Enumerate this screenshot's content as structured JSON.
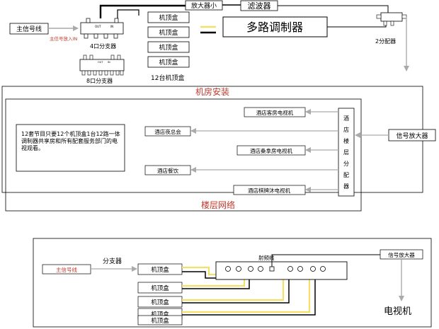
{
  "top": {
    "main_signal": "主信号线",
    "main_signal_in": "主信号放入IN",
    "four_way_splitter": "4口分支器",
    "eight_way_splitter": "8口分支器",
    "port_out": "OUT",
    "port_in": "IN",
    "amp_small": "放大器小",
    "filter": "滤波器",
    "multi_modulator": "多路调制器",
    "two_way_splitter": "2分配器",
    "stb_count_label": "12台机顶盒",
    "stb_boxes": [
      "机顶盒",
      "机顶盒",
      "机顶盒",
      "机顶盒"
    ]
  },
  "room": {
    "title": "机房安装",
    "note": "12套节目只要12个机顶盒1台12路一体调制器共享房和所有配套服务部门的电视观看。",
    "dist": [
      "酒",
      "店",
      "楼",
      "层",
      "分",
      "配",
      "器"
    ],
    "rooms": [
      "酒店客房电视机",
      "酒店夜总会",
      "酒店桑拿房电视机",
      "酒店餐饮",
      "酒店棋牌沐电视机"
    ],
    "amplifier": "信号放大器"
  },
  "floor": {
    "title": "楼层网络"
  },
  "bottom": {
    "main_signal": "主信号线",
    "splitter": "分支器",
    "stb_boxes": [
      "机顶盒",
      "机顶盒",
      "机顶盒",
      "机顶盒",
      "机顶盒"
    ],
    "rf_line": "射频线",
    "amplifier": "信号放大器",
    "tv": "电视机"
  },
  "colors": {
    "arrow": "#aaaaaa",
    "wire_yellow": "#f2e06a",
    "red": "#c0392b"
  }
}
